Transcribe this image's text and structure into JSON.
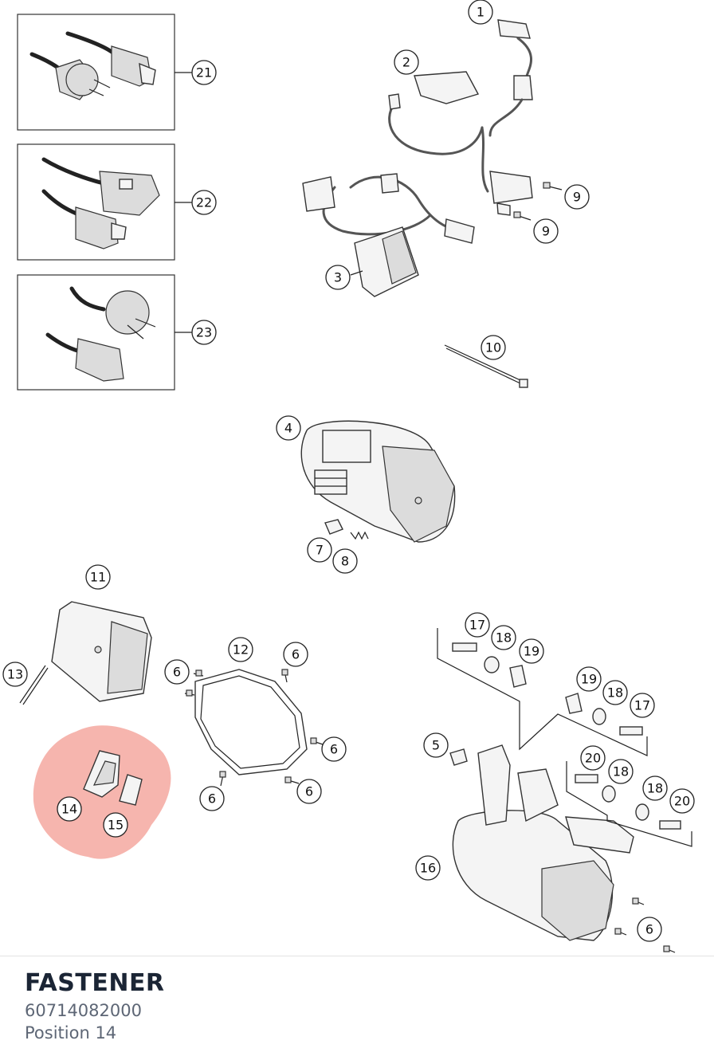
{
  "part": {
    "name": "FASTENER",
    "number": "60714082000",
    "position": "Position 14"
  },
  "highlight_color": "#f4a8a0",
  "callouts": [
    {
      "id": "c1",
      "label": "1"
    },
    {
      "id": "c2",
      "label": "2"
    },
    {
      "id": "c3",
      "label": "3"
    },
    {
      "id": "c4",
      "label": "4"
    },
    {
      "id": "c5",
      "label": "5"
    },
    {
      "id": "c6a",
      "label": "6"
    },
    {
      "id": "c6b",
      "label": "6"
    },
    {
      "id": "c6c",
      "label": "6"
    },
    {
      "id": "c6d",
      "label": "6"
    },
    {
      "id": "c6e",
      "label": "6"
    },
    {
      "id": "c6f",
      "label": "6"
    },
    {
      "id": "c7",
      "label": "7"
    },
    {
      "id": "c8",
      "label": "8"
    },
    {
      "id": "c9a",
      "label": "9"
    },
    {
      "id": "c9b",
      "label": "9"
    },
    {
      "id": "c10",
      "label": "10"
    },
    {
      "id": "c11",
      "label": "11"
    },
    {
      "id": "c12",
      "label": "12"
    },
    {
      "id": "c13",
      "label": "13"
    },
    {
      "id": "c14",
      "label": "14"
    },
    {
      "id": "c15",
      "label": "15"
    },
    {
      "id": "c16",
      "label": "16"
    },
    {
      "id": "c17a",
      "label": "17"
    },
    {
      "id": "c17b",
      "label": "17"
    },
    {
      "id": "c18a",
      "label": "18"
    },
    {
      "id": "c18b",
      "label": "18"
    },
    {
      "id": "c18c",
      "label": "18"
    },
    {
      "id": "c18d",
      "label": "18"
    },
    {
      "id": "c19a",
      "label": "19"
    },
    {
      "id": "c19b",
      "label": "19"
    },
    {
      "id": "c20a",
      "label": "20"
    },
    {
      "id": "c20b",
      "label": "20"
    },
    {
      "id": "c21",
      "label": "21"
    },
    {
      "id": "c22",
      "label": "22"
    },
    {
      "id": "c23",
      "label": "23"
    }
  ]
}
